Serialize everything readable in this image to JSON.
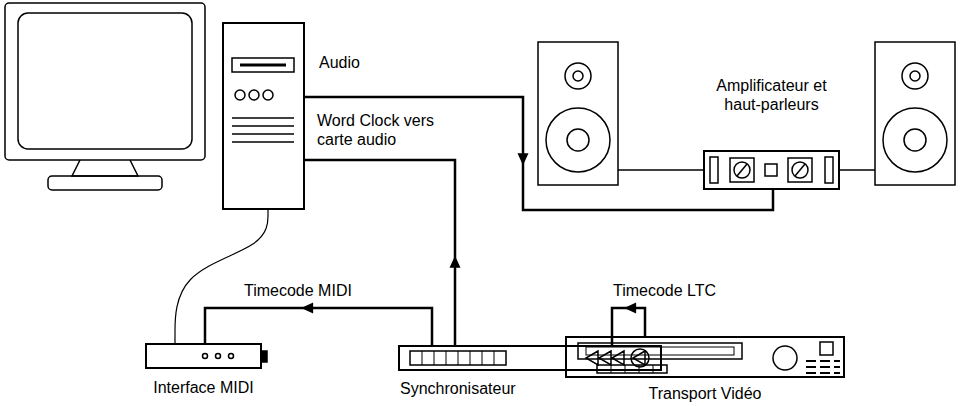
{
  "diagram": {
    "nodes": [
      {
        "text": []
      },
      {
        "text": [
          "Amplificateur et haut-parleurs"
        ]
      },
      {
        "text": [
          "Interface MIDI"
        ]
      },
      {
        "text": [
          "Synchronisateur"
        ]
      },
      {
        "text": [
          "Transport Vidéo"
        ]
      }
    ],
    "edges": [
      {
        "from": 0,
        "to": 1,
        "label": "Audio",
        "arrow": "to"
      },
      {
        "from": 3,
        "to": 0,
        "label": "Word Clock vers carte audio",
        "arrow": "to"
      },
      {
        "from": 3,
        "to": 2,
        "label": "Timecode MIDI",
        "arrow": "to"
      },
      {
        "from": 4,
        "to": 3,
        "label": "Timecode LTC",
        "arrow": "to"
      },
      {
        "from": 2,
        "to": 0,
        "arrow": "none"
      }
    ]
  }
}
